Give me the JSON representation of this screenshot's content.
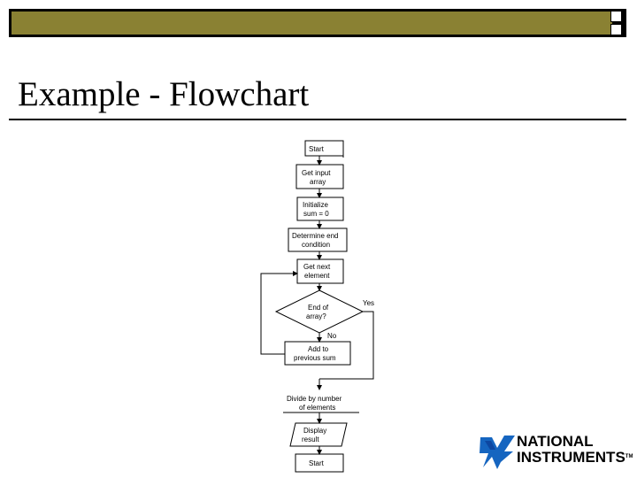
{
  "slide": {
    "title": "Example - Flowchart"
  },
  "flowchart": {
    "steps": [
      {
        "id": "start",
        "label": "Start"
      },
      {
        "id": "get-input",
        "label1": "Get input",
        "label2": "array"
      },
      {
        "id": "init",
        "label1": "Initialize",
        "label2": "sum = 0"
      },
      {
        "id": "end-cond",
        "label1": "Determine end",
        "label2": "condition"
      },
      {
        "id": "get-next",
        "label1": "Get next",
        "label2": "element"
      },
      {
        "id": "decision",
        "label1": "End of",
        "label2": "array?"
      },
      {
        "id": "add",
        "label1": "Add to",
        "label2": "previous sum"
      },
      {
        "id": "divide",
        "label1": "Divide by number",
        "label2": "of elements"
      },
      {
        "id": "display",
        "label1": "Display",
        "label2": "result"
      },
      {
        "id": "stop",
        "label": "Start"
      }
    ],
    "yes_label": "Yes",
    "no_label": "No"
  },
  "logo": {
    "line1": "NATIONAL",
    "line2": "INSTRUMENTS",
    "tm": "TM"
  },
  "colors": {
    "bar": "#8a8133",
    "text": "#000000"
  }
}
